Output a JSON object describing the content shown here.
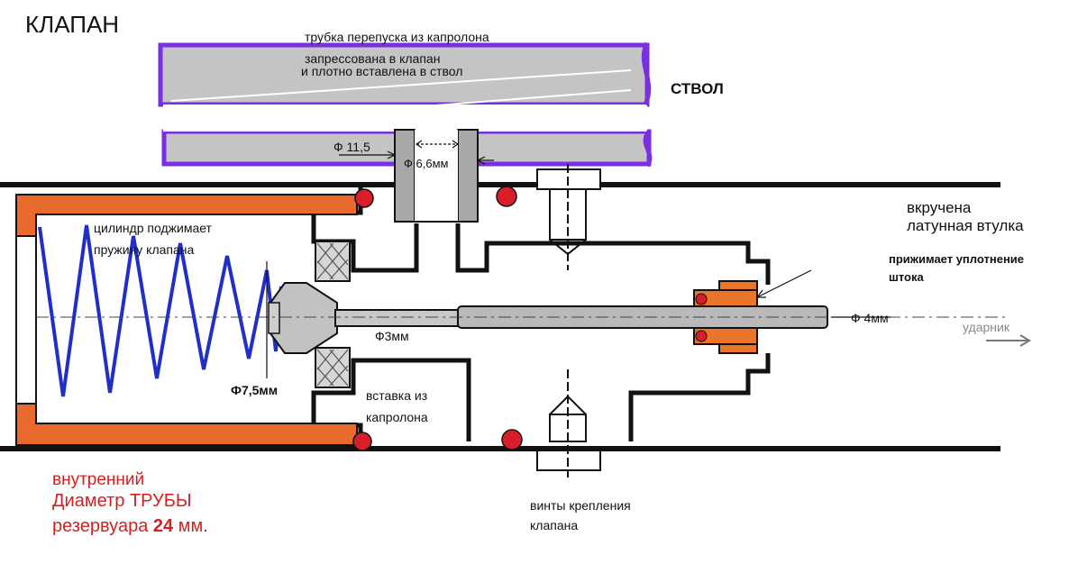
{
  "title": "КЛАПАН",
  "barrel": {
    "label": "СТВОЛ",
    "bypass_tube": "трубка перепуска из капролона",
    "pressed_line1": "запрессована в клапан",
    "pressed_line2": "и плотно вставлена в ствол",
    "d_outer": "Ф 11,5",
    "d_inner": "Ф 6,6мм"
  },
  "labels": {
    "cylinder_line1": "цилиндр поджимает",
    "cylinder_line2": "пружину клапана",
    "d_valve": "Ф7,5мм",
    "d_stem": "Ф3мм",
    "insert_line1": "вставка из",
    "insert_line2": "капролона",
    "screws_line1": "винты крепления",
    "screws_line2": "клапана",
    "sleeve_line1": "вкручена",
    "sleeve_line2": "латунная втулка",
    "seal_line1": "прижимает уплотнение",
    "seal_line2": "штока",
    "d_rod": "Ф 4мм",
    "striker": "ударник"
  },
  "reservoir": {
    "line1": "внутренний",
    "line2": "Диаметр ТРУБЫ",
    "line3_prefix": "резервуара ",
    "line3_value": "24",
    "line3_unit": " мм."
  },
  "colors": {
    "tube_outline": "#7a2fe0",
    "spring": "#1f2fc8",
    "cylinder": "#e86a2c",
    "seal": "#d81e2a",
    "body": "#111111",
    "steel": "#b9b9b9",
    "annotation_red": "#d42020"
  }
}
